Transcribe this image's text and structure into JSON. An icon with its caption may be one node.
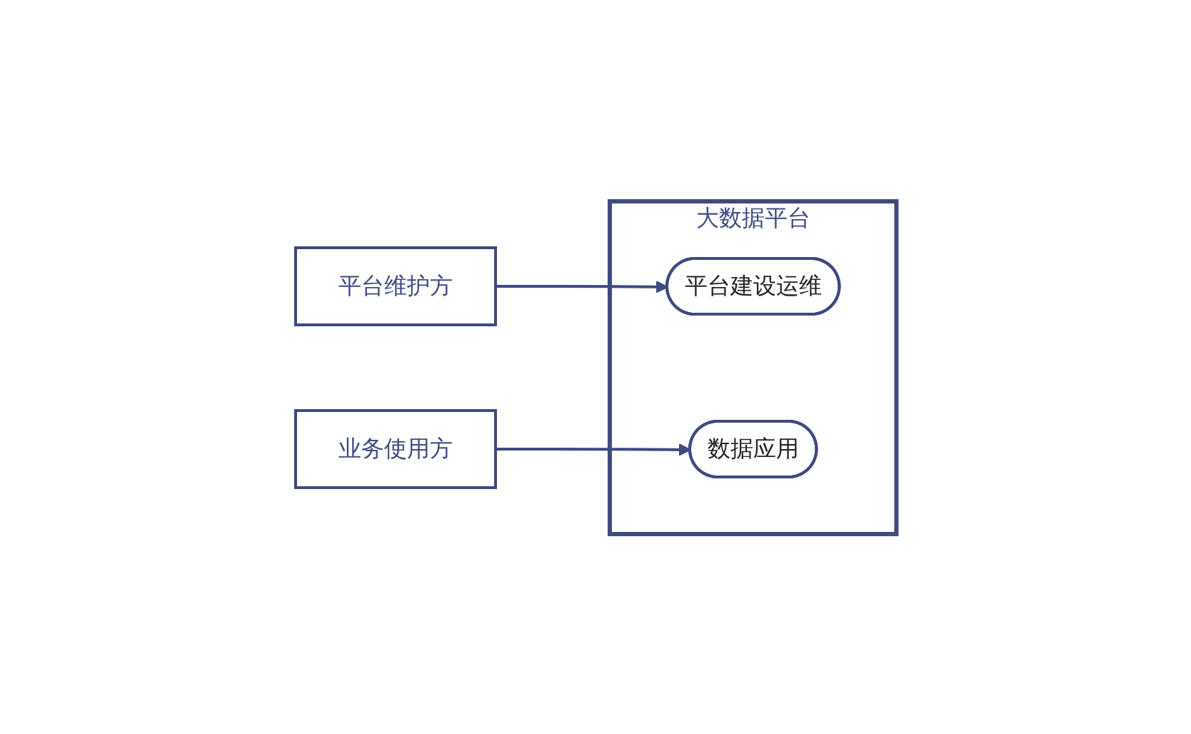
{
  "diagram": {
    "nodes": [
      {
        "text": [
          "平台维护方"
        ]
      },
      {
        "text": [
          "大数据平台"
        ]
      },
      {
        "text": [
          "平台建设运维"
        ],
        "in": 1
      },
      {
        "text": [
          "数据应用"
        ],
        "in": 1
      },
      {
        "text": [
          "业务使用方"
        ]
      }
    ],
    "edges": [
      {
        "from": 0,
        "to": 2,
        "arrow": "to"
      },
      {
        "from": 4,
        "to": 3,
        "arrow": "to"
      }
    ]
  }
}
